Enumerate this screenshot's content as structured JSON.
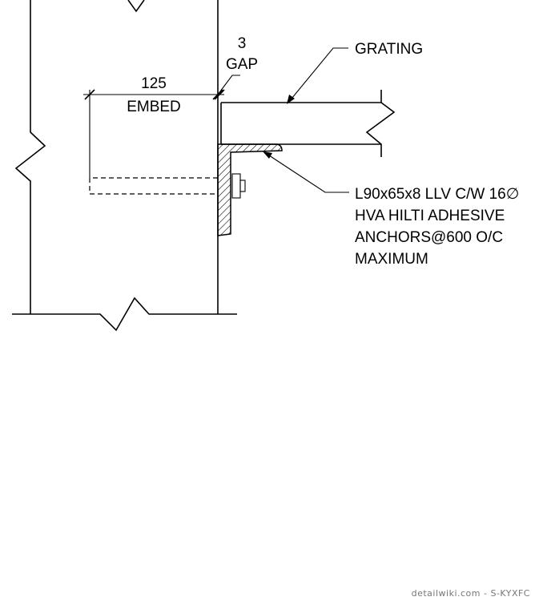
{
  "labels": {
    "gap_value": "3",
    "gap_word": "GAP",
    "embed_value": "125",
    "embed_word": "EMBED",
    "grating": "GRATING",
    "angle_note": [
      "L90x65x8 LLV C/W 16∅",
      "HVA HILTI ADHESIVE",
      "ANCHORS@600 O/C",
      "MAXIMUM"
    ]
  },
  "watermark": "detailwiki.com - S-KYXFC"
}
